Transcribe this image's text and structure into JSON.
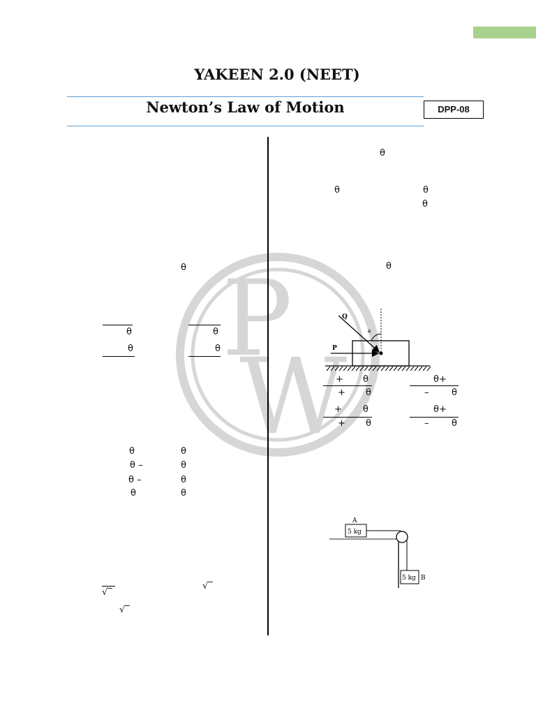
{
  "header": {
    "title": "YAKEEN 2.0 (NEET)",
    "subtitle": "Newton’s Law of Motion",
    "badge": "DPP-08"
  },
  "colors": {
    "accent_tab": "#a9d18e",
    "header_rule": "#5b9bd5",
    "watermark": "#d6d6d6"
  },
  "left_column": {
    "q_theta": "θ",
    "options": {
      "a_theta": "θ",
      "b_theta": "θ",
      "c_theta": "θ",
      "d_theta": "θ"
    },
    "trig_rows": [
      {
        "left": "θ",
        "right": "θ"
      },
      {
        "left": "θ –",
        "right": "θ"
      },
      {
        "left": "θ –",
        "right": "θ"
      },
      {
        "left": "θ",
        "right": "θ"
      }
    ],
    "root_marks": [
      "√‾",
      "√‾",
      "√‾"
    ]
  },
  "right_column": {
    "top_theta": "θ",
    "row2_left": "θ",
    "row2_right": "θ",
    "row3_right": "θ",
    "q_theta": "θ",
    "figure1": {
      "force_q": "Q",
      "force_p": "P",
      "angle": "θ"
    },
    "fraction_options": [
      {
        "num_plus": "+",
        "num_theta": "θ",
        "den_theta": "θ+"
      },
      {
        "num_plus": "+",
        "num_theta": "θ",
        "den_minus": "–",
        "den_theta": "θ"
      },
      {
        "num_plus": "+",
        "num_theta": "θ",
        "den_theta": "θ+"
      },
      {
        "num_plus": "+",
        "num_theta": "θ",
        "den_minus": "–",
        "den_theta": "θ"
      }
    ],
    "figure2": {
      "block_a_label": "A",
      "block_a_mass": "5 kg",
      "block_b_label": "B",
      "block_b_mass": "5 kg"
    }
  }
}
